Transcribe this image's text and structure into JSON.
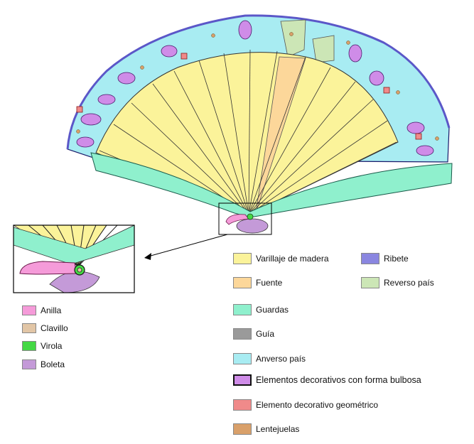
{
  "legend_main": [
    {
      "label": "Varillaje de madera",
      "color": "#fbf39a",
      "swatch": "varillaje-swatch"
    },
    {
      "label": "Fuente",
      "color": "#fcd79a",
      "swatch": "fuente-swatch"
    },
    {
      "label": "Guardas",
      "color": "#8ff0cd",
      "swatch": "guardas-swatch"
    },
    {
      "label": "Guía",
      "color": "#9a9a9a",
      "swatch": "guia-swatch"
    },
    {
      "label": "Anverso país",
      "color": "#a8ecf2",
      "swatch": "anverso-swatch"
    },
    {
      "label": "Elementos decorativos con forma bulbosa",
      "color": "#cf8ce8",
      "swatch": "bulbosa-swatch"
    },
    {
      "label": "Elemento decorativo geométrico",
      "color": "#f08a8a",
      "swatch": "geometrico-swatch"
    },
    {
      "label": "Lentejuelas",
      "color": "#d9a06a",
      "swatch": "lentejuelas-swatch"
    }
  ],
  "legend_right": [
    {
      "label": "Ribete",
      "color": "#8a86e0",
      "swatch": "ribete-swatch"
    },
    {
      "label": "Reverso país",
      "color": "#cce6b6",
      "swatch": "reverso-swatch"
    }
  ],
  "legend_small": [
    {
      "label": "Anilla",
      "color": "#f59bd9",
      "swatch": "anilla-swatch"
    },
    {
      "label": "Clavillo",
      "color": "#e2c6a6",
      "swatch": "clavillo-swatch"
    },
    {
      "label": "Virola",
      "color": "#44d844",
      "swatch": "virola-swatch"
    },
    {
      "label": "Boleta",
      "color": "#c49ad8",
      "swatch": "boleta-swatch"
    }
  ],
  "colors": {
    "varillaje": "#fbf39a",
    "fuente": "#fcd79a",
    "guardas": "#8ff0cd",
    "anverso": "#a8ecf2",
    "ribete": "#8a86e0",
    "reverso": "#cce6b6",
    "bulbosa": "#cf8ce8",
    "geometrico": "#f08a8a",
    "anilla": "#f59bd9",
    "virola": "#44d844",
    "boleta": "#c49ad8"
  }
}
